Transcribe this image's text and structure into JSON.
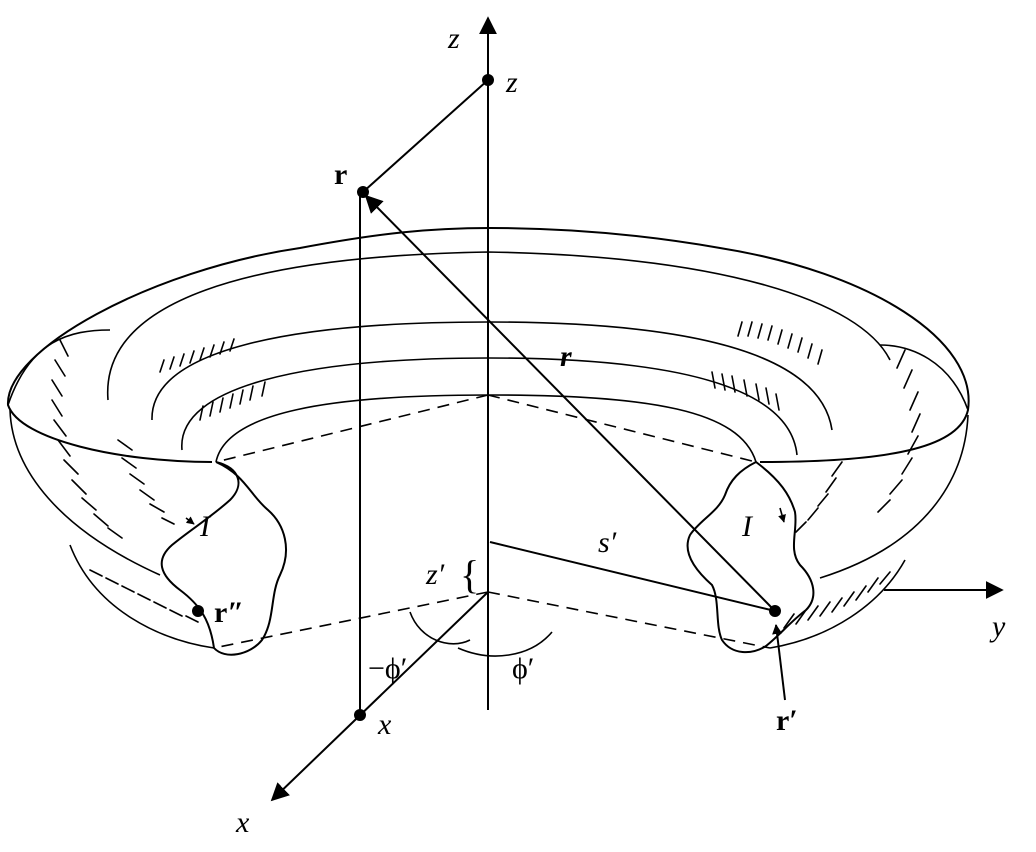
{
  "labels": {
    "z_axis": "z",
    "z_point": "z",
    "r": "r",
    "script_r": "r",
    "I_left": "I",
    "I_right": "I",
    "s_prime": "s′",
    "z_prime": "z′",
    "brace": "{",
    "r_double_prime": "r″",
    "r_prime": "r′",
    "neg_phi_prime": "−ϕ′",
    "phi_prime": "ϕ′",
    "x_point": "x",
    "x_axis": "x",
    "y_axis": "y"
  }
}
